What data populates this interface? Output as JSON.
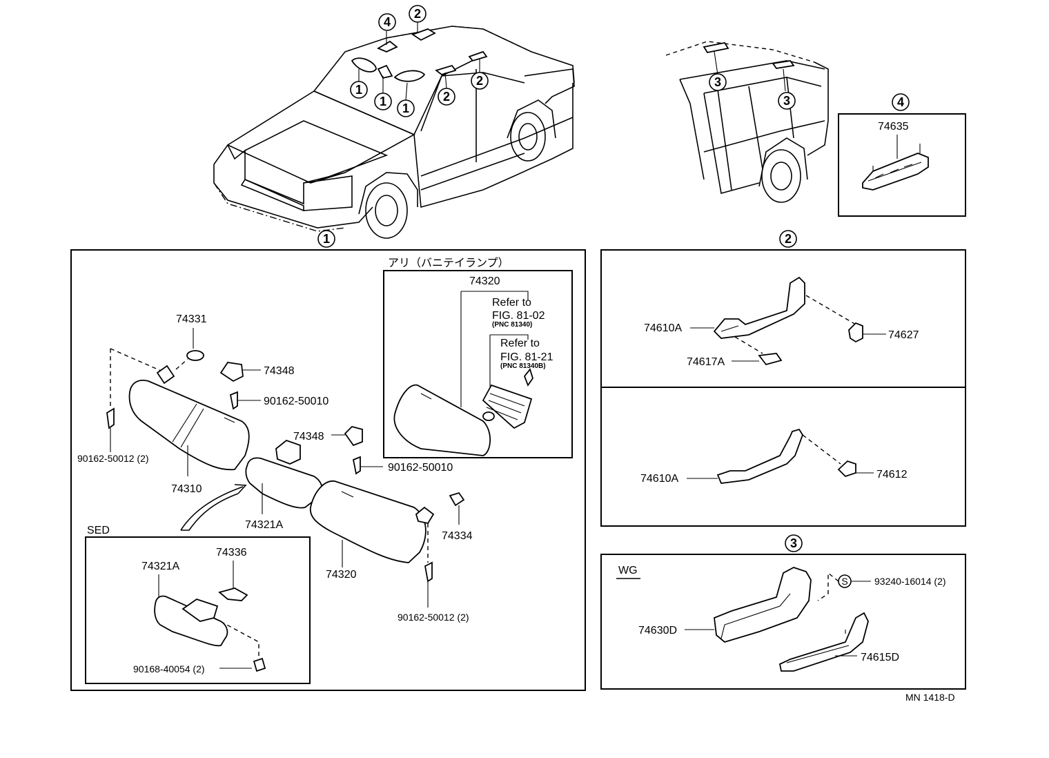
{
  "callouts": {
    "c1": "1",
    "c2": "2",
    "c3": "3",
    "c4": "4",
    "s": "S"
  },
  "sections": {
    "vanity_lamp_title": "アリ（バニテイランプ）",
    "sed": "SED",
    "wg": "WG"
  },
  "refs": {
    "ref1_line1": "Refer to",
    "ref1_line2": "FIG. 81-02",
    "ref1_pnc": "(PNC 81340)",
    "ref2_line1": "Refer to",
    "ref2_line2": "FIG. 81-21",
    "ref2_pnc": "(PNC 81340B)"
  },
  "parts": {
    "p74331": "74331",
    "p74348a": "74348",
    "p90162_50010a": "90162-50010",
    "p90162_50012a": "90162-50012 (2)",
    "p74310": "74310",
    "p74348b": "74348",
    "p90162_50010b": "90162-50010",
    "p74321A_a": "74321A",
    "p74320_a": "74320",
    "p74334": "74334",
    "p90162_50012b": "90162-50012 (2)",
    "p74336": "74336",
    "p74321A_b": "74321A",
    "p90168_40054": "90168-40054 (2)",
    "p74320_b": "74320",
    "p74635": "74635",
    "p74610A_a": "74610A",
    "p74627": "74627",
    "p74617A": "74617A",
    "p74610A_b": "74610A",
    "p74612": "74612",
    "p93240": "93240-16014 (2)",
    "p74630D": "74630D",
    "p74615D": "74615D"
  },
  "footer": {
    "code": "MN  1418-D"
  }
}
